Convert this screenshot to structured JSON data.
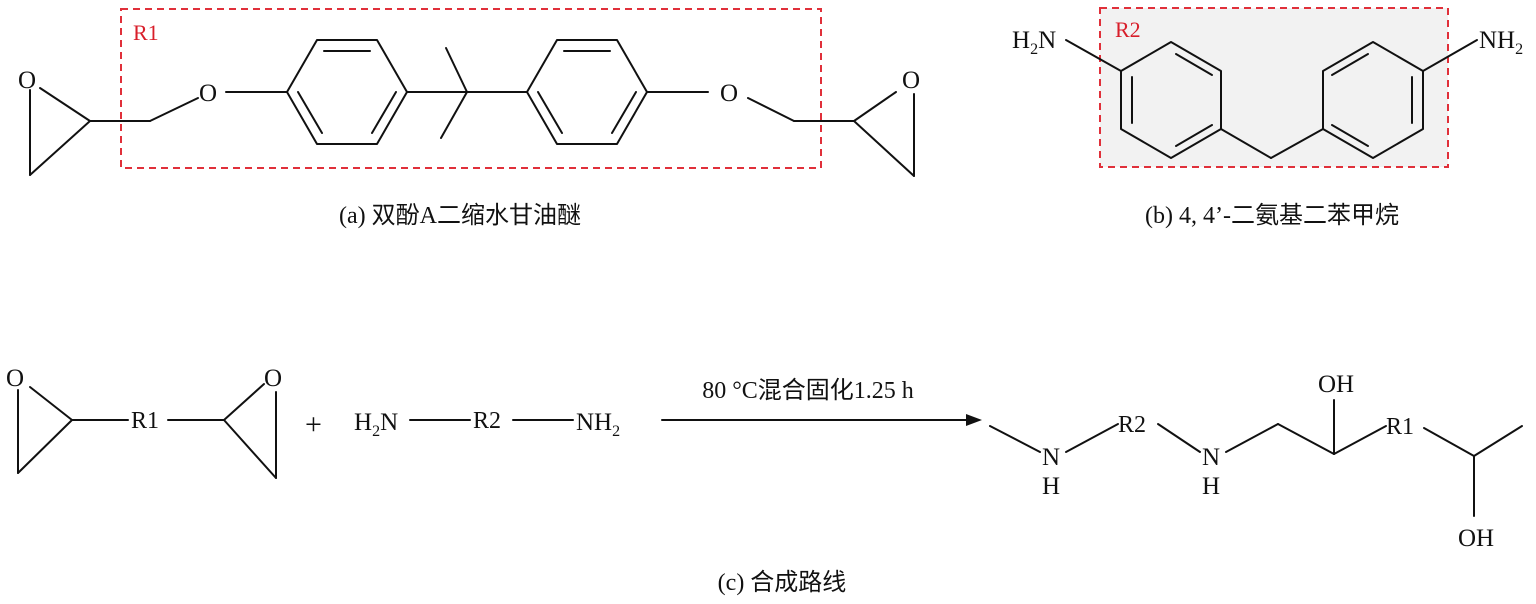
{
  "panels": {
    "a": {
      "caption": "(a) 双酚A二缩水甘油醚",
      "region_label": "R1",
      "atoms": {
        "o_ring_left": "O",
        "o_ether_left": "O",
        "o_ether_right": "O",
        "o_ring_right": "O"
      }
    },
    "b": {
      "caption": "(b) 4, 4’-二氨基二苯甲烷",
      "region_label": "R2",
      "atoms": {
        "amine_left": "H",
        "amine_left_n": "N",
        "amine_right": "NH",
        "subscript": "2"
      }
    },
    "c": {
      "caption": "(c) 合成路线",
      "reagent_epoxide": {
        "o_left": "O",
        "o_right": "O",
        "r": "R1"
      },
      "plus": "+",
      "reagent_amine": {
        "h": "H",
        "n": "N",
        "r": "R2",
        "nh": "NH",
        "subscript": "2"
      },
      "arrow_condition": "80 °C混合固化1.25 h",
      "product": {
        "n1": "N",
        "h1": "H",
        "r2": "R2",
        "n2": "N",
        "h2": "H",
        "oh_top": "OH",
        "r1": "R1",
        "oh_bottom": "OH"
      }
    }
  },
  "colors": {
    "line": "#111111",
    "highlight": "#e0303a",
    "shade": "#f2f2f2"
  }
}
